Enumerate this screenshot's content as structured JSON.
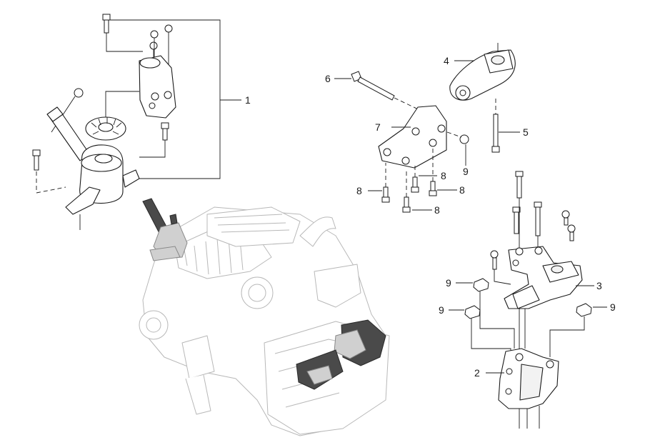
{
  "diagram": {
    "callouts": [
      {
        "id": "c1",
        "text": "1"
      },
      {
        "id": "c2",
        "text": "2"
      },
      {
        "id": "c3",
        "text": "3"
      },
      {
        "id": "c4",
        "text": "4"
      },
      {
        "id": "c5",
        "text": "5"
      },
      {
        "id": "c6",
        "text": "6"
      },
      {
        "id": "c7",
        "text": "7"
      },
      {
        "id": "c8a",
        "text": "8"
      },
      {
        "id": "c8b",
        "text": "8"
      },
      {
        "id": "c8c",
        "text": "8"
      },
      {
        "id": "c8d",
        "text": "8"
      },
      {
        "id": "c9a",
        "text": "9"
      },
      {
        "id": "c9b",
        "text": "9"
      },
      {
        "id": "c9c",
        "text": "9"
      },
      {
        "id": "c9d",
        "text": "9"
      }
    ]
  }
}
